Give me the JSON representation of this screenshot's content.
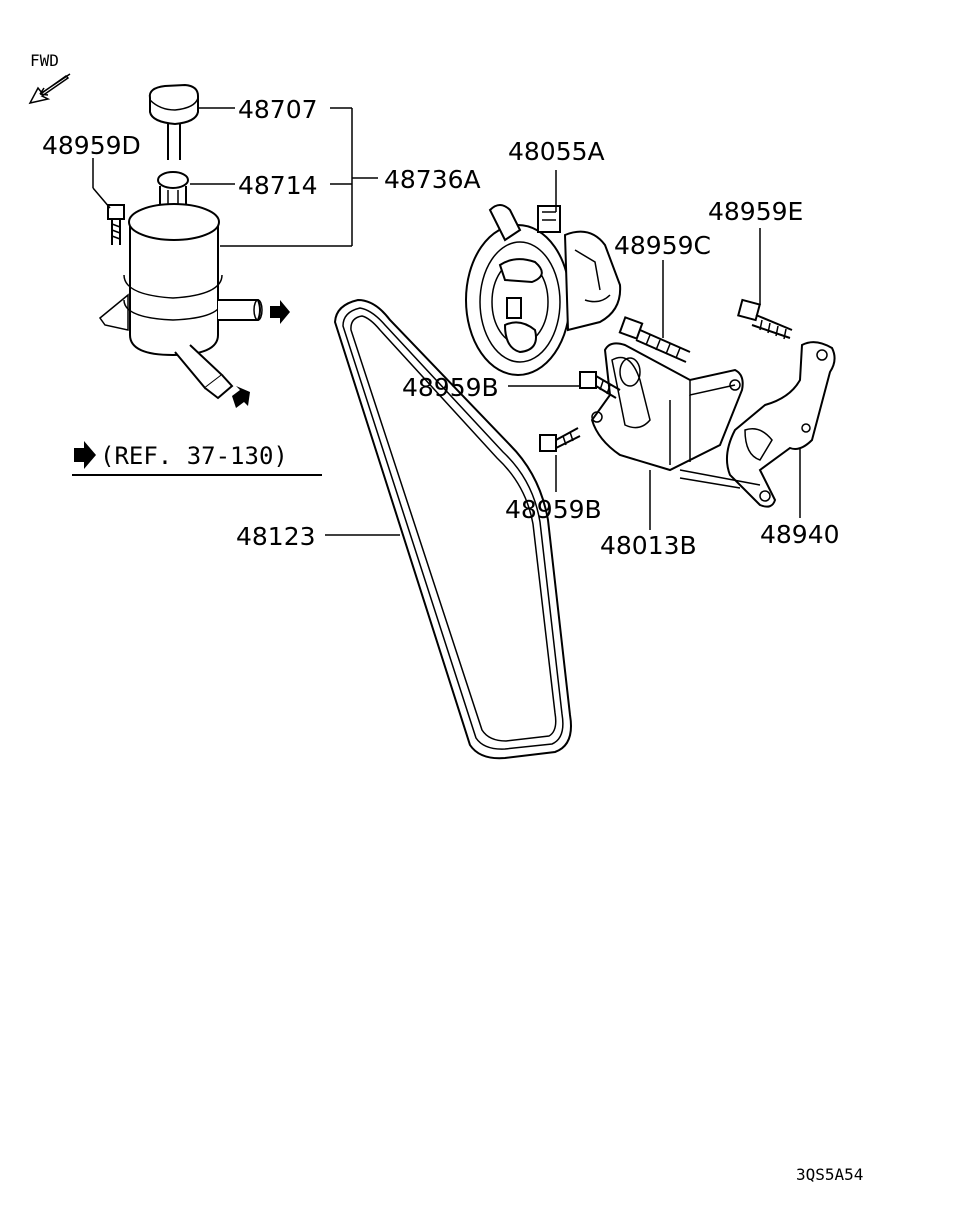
{
  "fwd_label": "FWD",
  "ref_label": "(REF. 37-130)",
  "drawing_code": "3QS5A54",
  "callouts": {
    "cap": "48707",
    "filter": "48714",
    "reservoir_assy": "48736A",
    "reservoir_bolt": "48959D",
    "pump": "48055A",
    "bolt_e": "48959E",
    "bolt_c": "48959C",
    "bolt_b_upper": "48959B",
    "bolt_b_lower": "48959B",
    "bracket": "48013B",
    "brace": "48940",
    "belt": "48123"
  }
}
